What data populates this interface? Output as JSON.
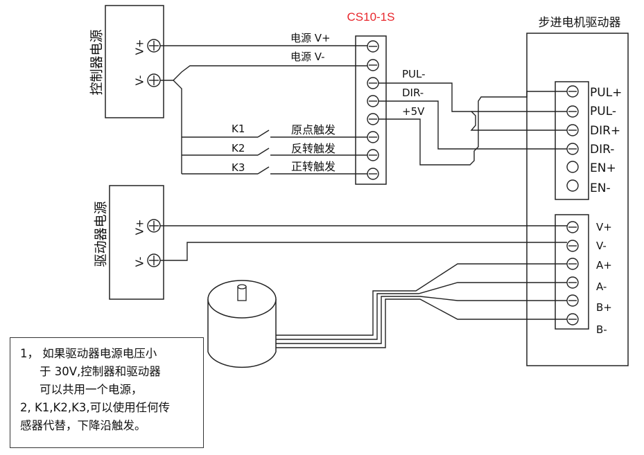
{
  "diagram_title": "CS10-1S",
  "driver_title": "步进电机驱动器",
  "controller_power": {
    "label": "控制器电源",
    "pos": "V+",
    "neg": "V-"
  },
  "driver_power": {
    "label": "驱动器电源",
    "pos": "V+",
    "neg": "V-"
  },
  "wire_labels": {
    "power_pos": "电源 V+",
    "power_neg": "电源 V-",
    "pul": "PUL-",
    "dir": "DIR-",
    "v5": "+5V",
    "home": "原点触发",
    "reverse": "反转触发",
    "forward": "正转触发"
  },
  "switches": [
    "K1",
    "K2",
    "K3"
  ],
  "driver_signal_terminals": [
    "PUL+",
    "PUL-",
    "DIR+",
    "DIR-",
    "EN+",
    "EN-"
  ],
  "driver_power_terminals": [
    "V+",
    "V-",
    "A+",
    "A-",
    "B+",
    "B-"
  ],
  "notes": [
    "1， 如果驱动器电源电压小",
    "于 30V,控制器和驱动器",
    "可以共用一个电源，",
    "2, K1,K2,K3,可以使用任何传",
    "感器代替，下降沿触发。"
  ]
}
